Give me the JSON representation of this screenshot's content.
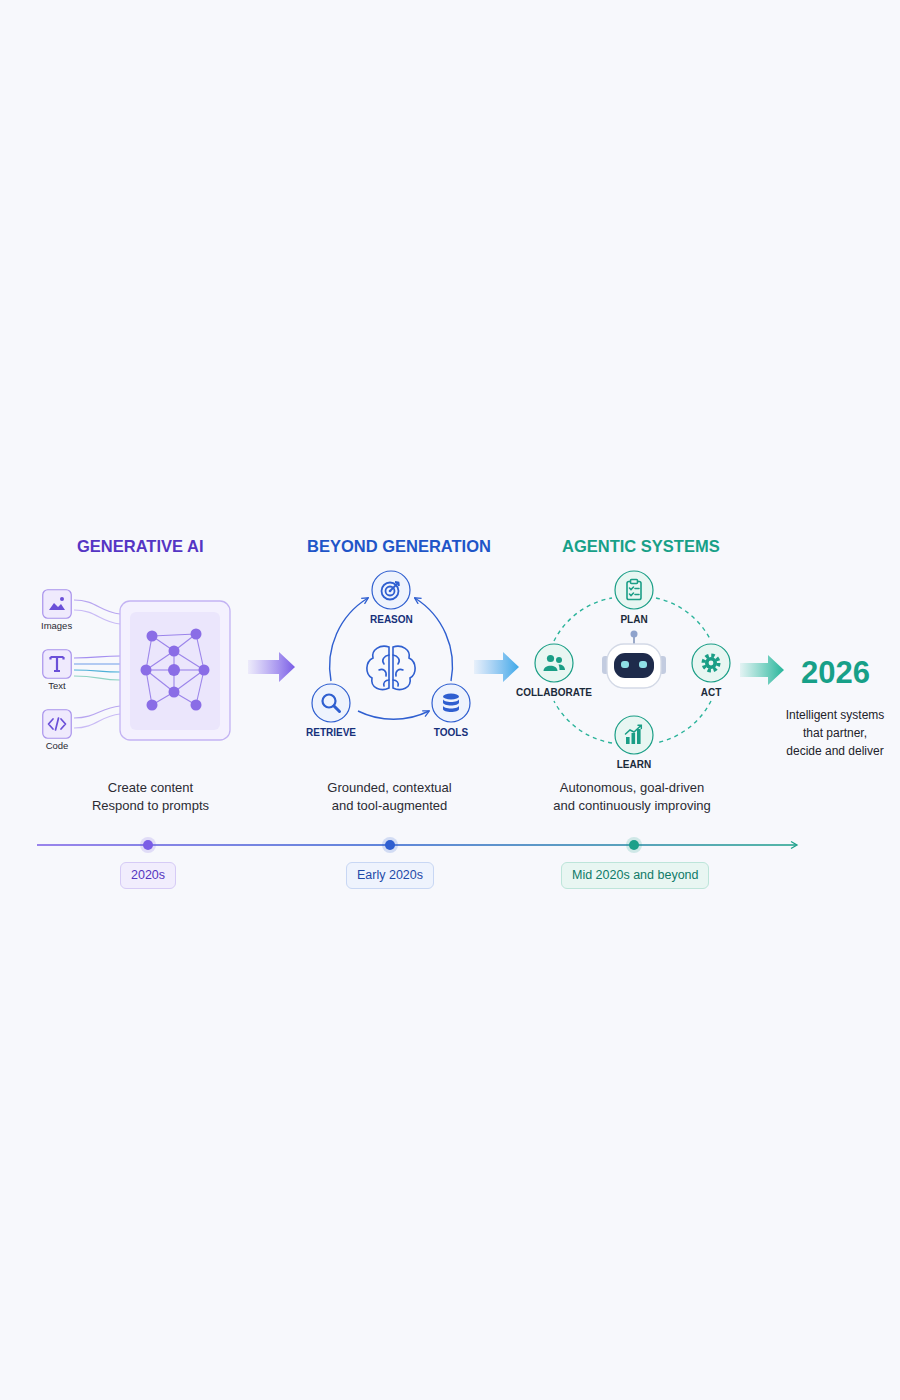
{
  "diagram": {
    "nodes": [
      {
        "text": [
          "Images"
        ]
      },
      {
        "text": [
          "Text"
        ]
      },
      {
        "text": [
          "Code"
        ]
      },
      {
        "text": [
          "REASON"
        ]
      },
      {
        "text": [
          "RETRIEVE"
        ]
      },
      {
        "text": [
          "TOOLS"
        ]
      },
      {
        "text": [
          "PLAN"
        ]
      },
      {
        "text": [
          "COLLABORATE"
        ]
      },
      {
        "text": [
          "ACT"
        ]
      },
      {
        "text": [
          "LEARN"
        ]
      },
      {
        "text": [
          "2020s"
        ]
      },
      {
        "text": [
          "Early 2020s"
        ]
      },
      {
        "text": [
          "Mid 2020s and beyond"
        ]
      }
    ],
    "edges": [
      {
        "from": 4,
        "to": 3,
        "arrow": "to"
      },
      {
        "from": 5,
        "to": 3,
        "arrow": "to"
      },
      {
        "from": 4,
        "to": 5,
        "arrow": "to"
      },
      {
        "from": 6,
        "to": 8,
        "arrow": "none"
      },
      {
        "from": 8,
        "to": 9,
        "arrow": "none"
      },
      {
        "from": 9,
        "to": 7,
        "arrow": "none"
      },
      {
        "from": 7,
        "to": 6,
        "arrow": "none"
      }
    ],
    "labels": [
      "GENERATIVE AI",
      "BEYOND GENERATION",
      "AGENTIC SYSTEMS",
      "Create content Respond to prompts",
      "Grounded, contextual and tool-augmented",
      "Autonomous, goal-driven and continuously improving",
      "2026",
      "Intelligent systems that partner, decide and deliver"
    ]
  }
}
